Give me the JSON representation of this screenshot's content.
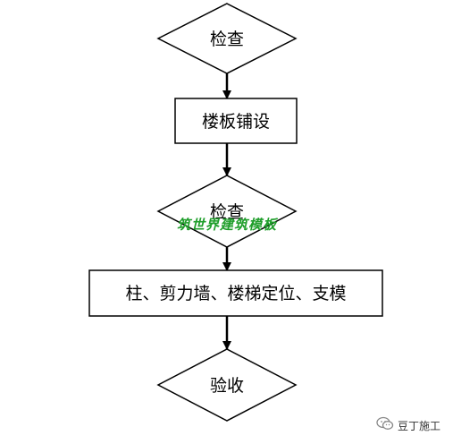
{
  "diagram": {
    "nodes": [
      {
        "id": "inspect-1",
        "shape": "diamond",
        "label": "检查"
      },
      {
        "id": "floor-slab",
        "shape": "rect",
        "label": "楼板铺设"
      },
      {
        "id": "inspect-2",
        "shape": "diamond",
        "label": "检查"
      },
      {
        "id": "formwork",
        "shape": "rect",
        "label": "柱、剪力墙、楼梯定位、支模"
      },
      {
        "id": "accept",
        "shape": "diamond",
        "label": "验收"
      }
    ],
    "edges": [
      {
        "from": "inspect-1",
        "to": "floor-slab"
      },
      {
        "from": "floor-slab",
        "to": "inspect-2"
      },
      {
        "from": "inspect-2",
        "to": "formwork"
      },
      {
        "from": "formwork",
        "to": "accept"
      }
    ]
  },
  "watermark": {
    "text": "筑世界建筑模板",
    "color": "#1e9e2a"
  },
  "brand": {
    "name": "豆丁施工",
    "icon": "wechat-icon"
  },
  "colors": {
    "stroke": "#000000",
    "background": "#ffffff"
  }
}
